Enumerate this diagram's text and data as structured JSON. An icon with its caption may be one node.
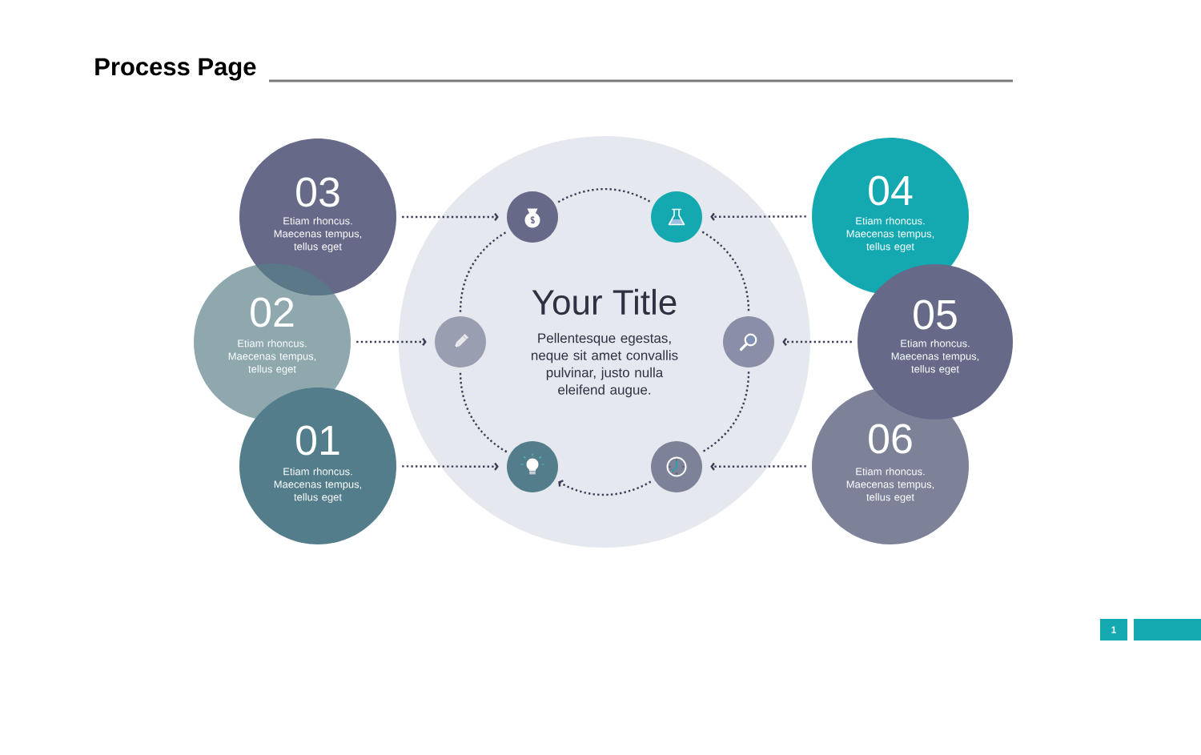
{
  "diagram": {
    "title": "Process Page",
    "nodes": [
      {
        "text": [
          "03",
          "Etiam rhoncus. Maecenas tempus, tellus eget"
        ]
      },
      {
        "text": [
          "02",
          "Etiam rhoncus. Maecenas tempus, tellus eget"
        ]
      },
      {
        "text": [
          "01",
          "Etiam rhoncus. Maecenas tempus, tellus eget"
        ]
      },
      {
        "text": [
          "Your Title",
          "Pellentesque egestas, neque sit amet convallis pulvinar, justo nulla eleifend augue."
        ]
      },
      {
        "text": [],
        "shape": "circle",
        "in": 3
      },
      {
        "text": [],
        "shape": "circle",
        "in": 3
      },
      {
        "text": [],
        "shape": "circle",
        "in": 3
      },
      {
        "text": [],
        "shape": "circle",
        "in": 3
      },
      {
        "text": [],
        "shape": "circle",
        "in": 3
      },
      {
        "text": [],
        "shape": "circle",
        "in": 3
      },
      {
        "text": [
          "04",
          "Etiam rhoncus. Maecenas tempus, tellus eget"
        ]
      },
      {
        "text": [
          "05",
          "Etiam rhoncus. Maecenas tempus, tellus eget"
        ]
      },
      {
        "text": [
          "06",
          "Etiam rhoncus. Maecenas tempus, tellus eget"
        ]
      }
    ],
    "edges": [
      {
        "from": 0,
        "to": 4,
        "arrow": "to"
      },
      {
        "from": 1,
        "to": 6,
        "arrow": "to"
      },
      {
        "from": 2,
        "to": 8,
        "arrow": "to"
      },
      {
        "from": 10,
        "to": 5,
        "arrow": "to"
      },
      {
        "from": 11,
        "to": 7,
        "arrow": "to"
      },
      {
        "from": 12,
        "to": 9,
        "arrow": "to"
      },
      {
        "from": 6,
        "to": 4,
        "arrow": "none"
      },
      {
        "from": 4,
        "to": 5,
        "arrow": "none"
      },
      {
        "from": 5,
        "to": 7,
        "arrow": "none"
      },
      {
        "from": 7,
        "to": 9,
        "arrow": "none"
      },
      {
        "from": 9,
        "to": 8,
        "arrow": "to"
      },
      {
        "from": 8,
        "to": 6,
        "arrow": "none"
      }
    ],
    "labels": [
      "1"
    ]
  }
}
